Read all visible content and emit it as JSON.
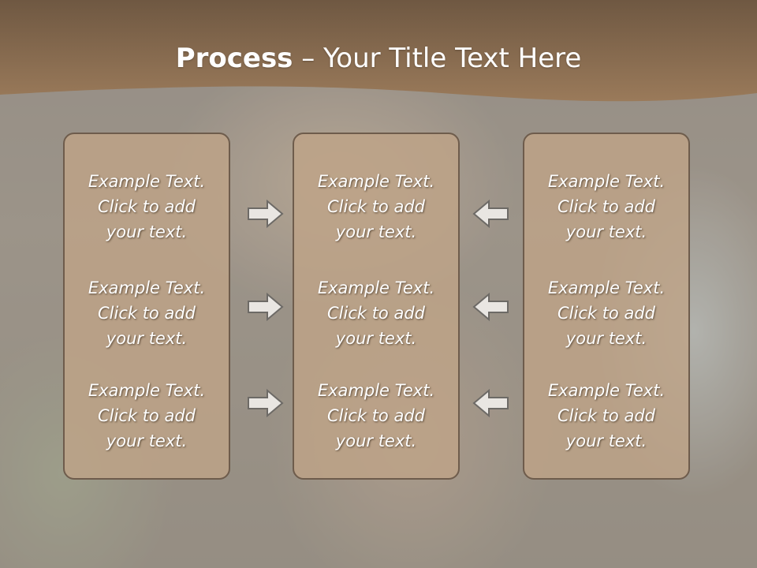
{
  "slide": {
    "title_bold": "Process",
    "title_rest": " – Your Title Text Here"
  },
  "colors": {
    "header_brown": "#7a5f44",
    "box_fill": "#bea388",
    "box_border": "#6e5c4c",
    "arrow_fill": "#e9e6e2",
    "arrow_stroke": "#6d6a66"
  },
  "columns": [
    {
      "items": [
        {
          "line1": "Example Text.",
          "line2": "Click  to add",
          "line3": "your text."
        },
        {
          "line1": "Example Text.",
          "line2": "Click  to add",
          "line3": "your text."
        },
        {
          "line1": "Example Text.",
          "line2": "Click  to add",
          "line3": "your text."
        }
      ]
    },
    {
      "items": [
        {
          "line1": "Example Text.",
          "line2": "Click  to add",
          "line3": "your text."
        },
        {
          "line1": "Example Text.",
          "line2": "Click  to add",
          "line3": "your text."
        },
        {
          "line1": "Example Text.",
          "line2": "Click  to add",
          "line3": "your text."
        }
      ]
    },
    {
      "items": [
        {
          "line1": "Example Text.",
          "line2": "Click  to add",
          "line3": "your text."
        },
        {
          "line1": "Example Text.",
          "line2": "Click  to add",
          "line3": "your text."
        },
        {
          "line1": "Example Text.",
          "line2": "Click  to add",
          "line3": "your text."
        }
      ]
    }
  ],
  "arrows": {
    "left_side": [
      "arrow-right-icon",
      "arrow-right-icon",
      "arrow-right-icon"
    ],
    "right_side": [
      "arrow-left-icon",
      "arrow-left-icon",
      "arrow-left-icon"
    ]
  }
}
